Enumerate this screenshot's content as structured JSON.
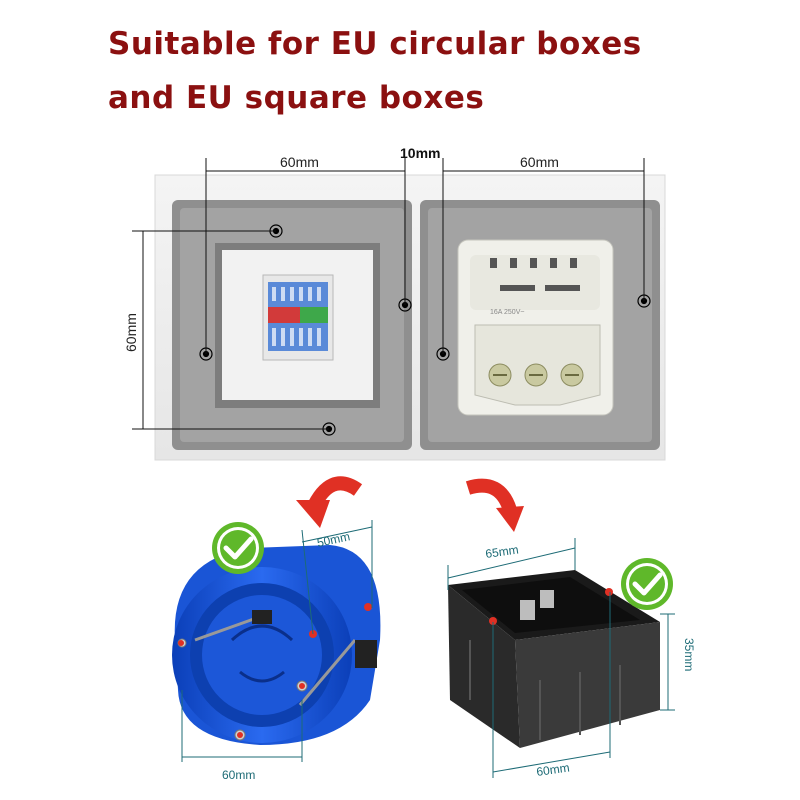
{
  "heading": {
    "line1": "Suitable for EU circular boxes",
    "line2": "and EU square boxes"
  },
  "dimensions": {
    "left_width": "60mm",
    "gap": "10mm",
    "right_width": "60mm",
    "height": "60mm"
  },
  "circular_box": {
    "depth": "50mm",
    "diameter": "60mm",
    "check_icon": "check-icon"
  },
  "square_box": {
    "width_top": "65mm",
    "depth": "35mm",
    "width_bottom": "60mm",
    "check_icon": "check-icon"
  },
  "socket_label": "16A 250V~",
  "colors": {
    "heading": "#8b1010",
    "arrow": "#e03024",
    "box_blue": "#1a55d6",
    "check_green": "#5fb82a",
    "dimension_teal": "#1d6b76"
  }
}
